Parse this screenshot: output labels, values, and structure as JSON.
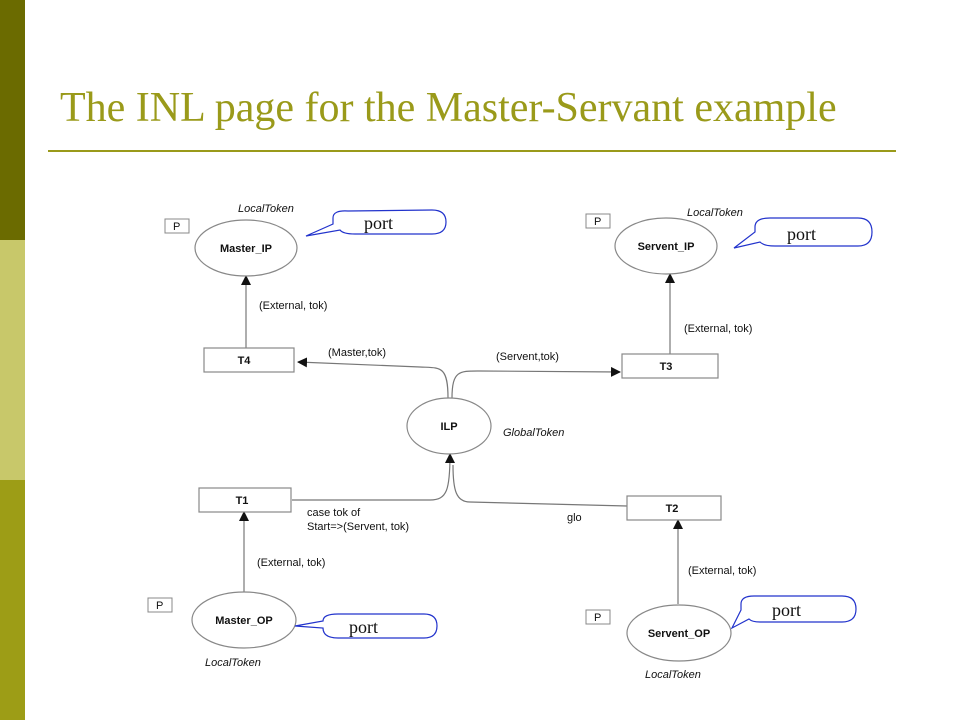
{
  "slide": {
    "title": "The INL page for the Master-Servant example"
  },
  "diagram": {
    "places": {
      "master_ip": {
        "label": "Master_IP",
        "type": "LocalToken",
        "tag": "P"
      },
      "servent_ip": {
        "label": "Servent_IP",
        "type": "LocalToken",
        "tag": "P"
      },
      "ilp": {
        "label": "ILP",
        "type": "GlobalToken"
      },
      "master_op": {
        "label": "Master_OP",
        "type": "LocalToken",
        "tag": "P"
      },
      "servent_op": {
        "label": "Servent_OP",
        "type": "LocalToken",
        "tag": "P"
      }
    },
    "transitions": {
      "t1": "T1",
      "t2": "T2",
      "t3": "T3",
      "t4": "T4"
    },
    "arcs": {
      "t4_to_master_ip": "(External, tok)",
      "ilp_to_t4": "(Master,tok)",
      "ilp_to_t3": "(Servent,tok)",
      "t3_to_servent_ip": "(External, tok)",
      "t1_to_ilp_line1": "case tok of",
      "t1_to_ilp_line2": "Start=>(Servent, tok)",
      "t2_to_ilp": "glo",
      "master_op_to_t1": "(External, tok)",
      "servent_op_to_t2": "(External, tok)"
    },
    "callouts": {
      "master_ip": "port",
      "servent_ip": "port",
      "master_op": "port",
      "servent_op": "port"
    }
  }
}
